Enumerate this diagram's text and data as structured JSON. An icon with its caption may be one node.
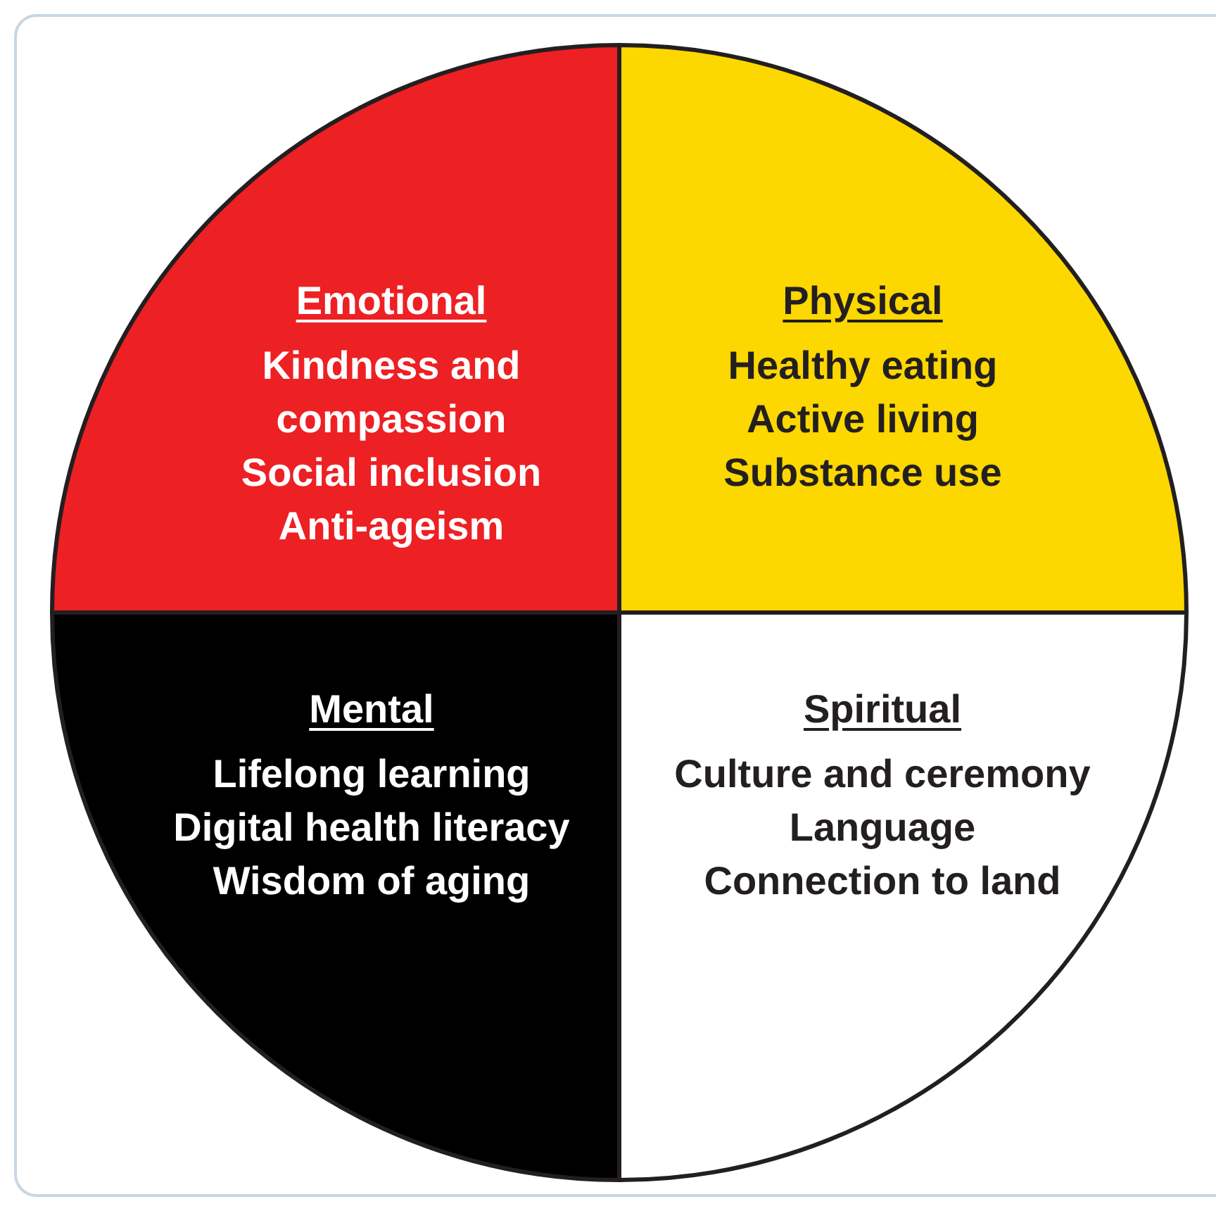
{
  "diagram": {
    "nodes": [
      {
        "text": [
          "Emotional",
          "Kindness and compassion",
          "Social inclusion",
          "Anti-ageism"
        ]
      },
      {
        "text": [
          "Physical",
          "Healthy eating",
          "Active living",
          "Substance use"
        ]
      },
      {
        "text": [
          "Mental",
          "Lifelong learning",
          "Digital health literacy",
          "Wisdom of aging"
        ]
      },
      {
        "text": [
          "Spiritual",
          "Culture and ceremony",
          "Language",
          "Connection to land"
        ]
      }
    ]
  }
}
